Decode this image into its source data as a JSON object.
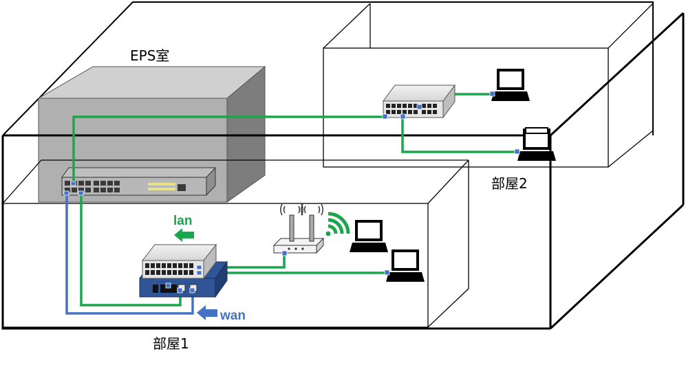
{
  "labels": {
    "eps_room": "EPS室",
    "room2": "部屋2",
    "room1": "部屋1",
    "lan": "lan",
    "wan": "wan"
  },
  "colors": {
    "lan_cable": "#1aa64b",
    "wan_cable": "#4472c4",
    "eps_box": "#9a9a9a",
    "router_blue": "#2f5597",
    "wifi_signal": "#1aa64b",
    "outline": "#000000"
  },
  "icons": {
    "laptop": "laptop-icon",
    "switch": "network-switch-icon",
    "router": "router-icon",
    "access_point": "wireless-access-point-icon",
    "wifi": "wifi-signal-icon",
    "arrow": "arrow-left-icon"
  }
}
